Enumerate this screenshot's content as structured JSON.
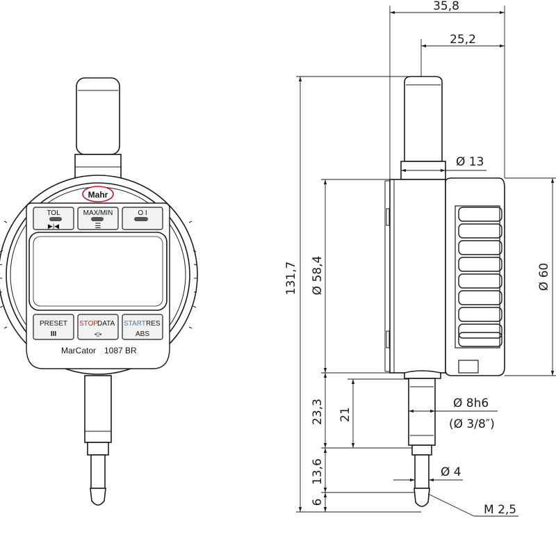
{
  "front_view": {
    "brand": "Mahr",
    "model_name": "MarCator",
    "model_number": "1087 BR",
    "buttons_top": [
      {
        "label": "TOL",
        "symbol": "▶|◀"
      },
      {
        "label": "MAX/MIN",
        "symbol": "☰"
      },
      {
        "label": "O I",
        "symbol": ""
      }
    ],
    "buttons_bottom": [
      {
        "label": "PRESET",
        "symbol": "III"
      },
      {
        "label_red": "STOP",
        "label": "DATA",
        "symbol": "▪▯▪"
      },
      {
        "label_blue": "START",
        "label": "RES",
        "line2": "ABS"
      }
    ]
  },
  "dimensions": {
    "overall_depth": "35,8",
    "depth_to_stem": "25,2",
    "stem_cap_dia": "Ø 13",
    "total_height": "131,7",
    "body_dia_rear": "Ø 58,4",
    "body_dia_front": "Ø 60",
    "stem_length_total": "23,3",
    "stem_length": "21",
    "stem_dia": "Ø 8h6",
    "stem_dia_imperial": "(Ø 3/8″)",
    "spindle_length": "13,6",
    "spindle_dia": "Ø 4",
    "tip_length": "6",
    "thread": "M 2,5"
  },
  "colors": {
    "line": "#1a1a1a",
    "stop_red": "#e02020",
    "start_blue": "#3a7fd0",
    "logo_red": "#c8102e",
    "button_fill": "#f2f2f2"
  }
}
